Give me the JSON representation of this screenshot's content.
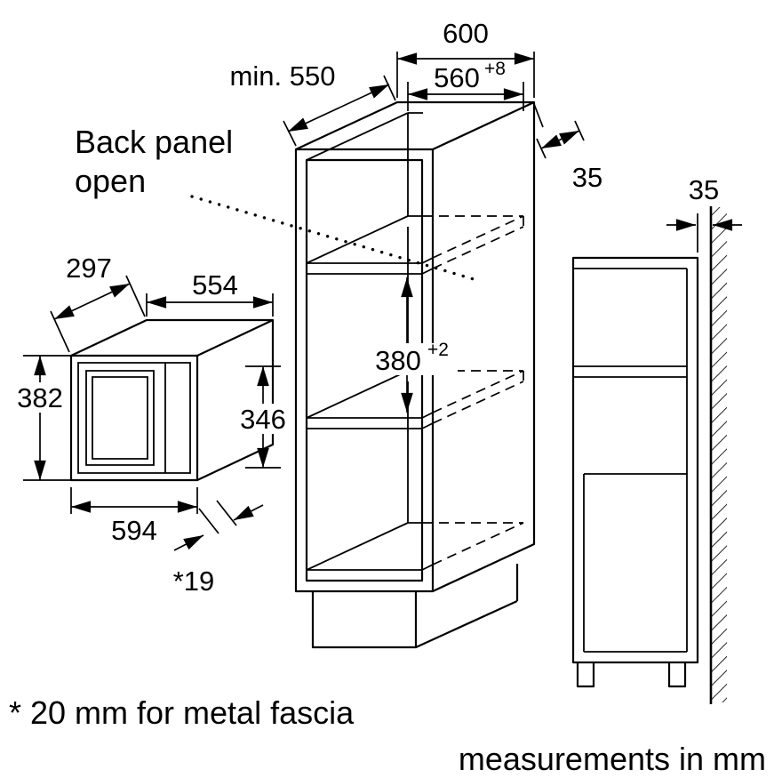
{
  "colors": {
    "line": "#000000",
    "background": "#ffffff"
  },
  "notes": {
    "back_panel_line1": "Back panel",
    "back_panel_line2": "open",
    "footnote": "* 20 mm for metal fascia",
    "units": "measurements in mm"
  },
  "cabinet_dims": {
    "width": "600",
    "niche_width": "560",
    "niche_width_tolerance": "+8",
    "depth_min": "min. 550",
    "top_rear_gap": "35",
    "niche_height": "380",
    "niche_height_tolerance": "+2"
  },
  "appliance_dims": {
    "depth": "297",
    "top_width": "554",
    "height": "382",
    "front_height": "346",
    "width": "594",
    "fascia_note": "*19"
  },
  "side_view_dims": {
    "wall_gap": "35"
  }
}
